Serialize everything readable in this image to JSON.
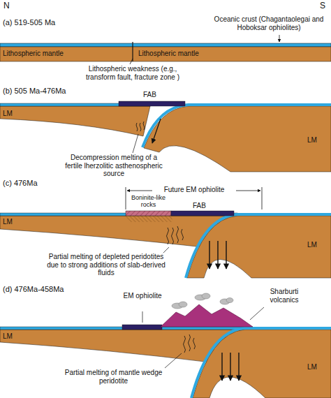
{
  "diagram": {
    "labels": [
      "N",
      "S",
      "(a) 519-505 Ma",
      "Oceanic crust (Chagantaolegai and Hoboksar ophiolites)",
      "Lithospheric mantle",
      "Lithospheric mantle",
      "Lithospheric weakness (e.g., transform fault, fracture zone )",
      "(b) 505 Ma-476Ma",
      "FAB",
      "LM",
      "LM",
      "Decompression melting of a fertile lherzolitic asthenospheric source",
      "(c) 476Ma",
      "Future EM ophiolite",
      "Boninite-like rocks",
      "FAB",
      "LM",
      "LM",
      "Partial melting of depleted peridotites due to strong additions of slab-derived fluids",
      "(d) 476Ma-458Ma",
      "EM ophiolite",
      "Sharburti volcanics",
      "LM",
      "LM",
      "Partial melting of mantle wedge peridotite"
    ]
  }
}
